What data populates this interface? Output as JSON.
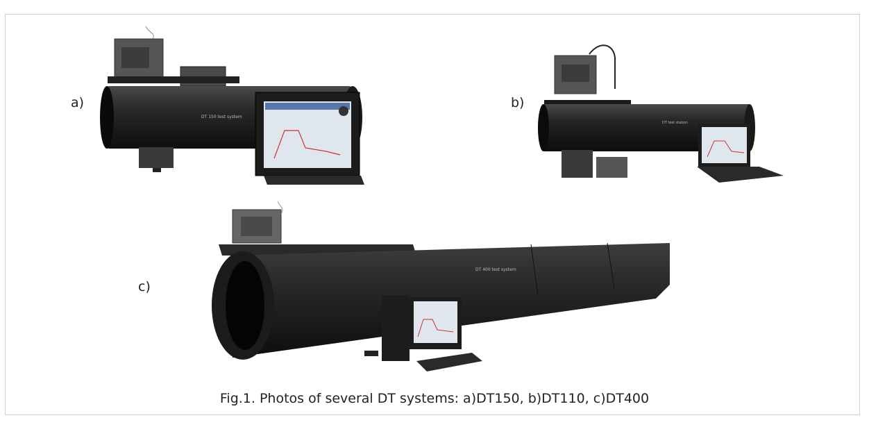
{
  "figure": {
    "labels": {
      "a": "a)",
      "b": "b)",
      "c": "c)"
    },
    "caption": "Fig.1. Photos of several DT systems: a)DT150, b)DT110, c)DT400",
    "photos": [
      {
        "id": "a",
        "body_text": "DT 150 test system"
      },
      {
        "id": "b",
        "body_text": "DT test station"
      },
      {
        "id": "c",
        "body_text": "DT 400 test system"
      }
    ]
  }
}
